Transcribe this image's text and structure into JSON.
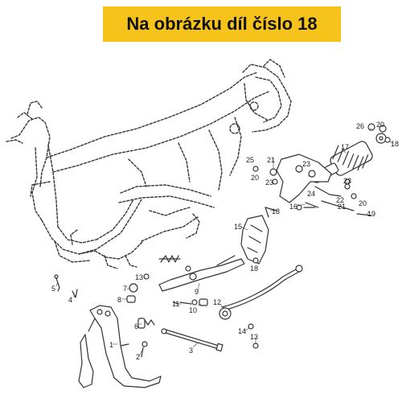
{
  "banner": {
    "text": "Na obrázku díl číslo 18",
    "background": "#f6c31b"
  },
  "diagram": {
    "callouts": [
      {
        "id": "c1",
        "label": "1"
      },
      {
        "id": "c2",
        "label": "2"
      },
      {
        "id": "c3",
        "label": "3"
      },
      {
        "id": "c4",
        "label": "4"
      },
      {
        "id": "c5",
        "label": "5"
      },
      {
        "id": "c6",
        "label": "6"
      },
      {
        "id": "c7",
        "label": "7"
      },
      {
        "id": "c8",
        "label": "8"
      },
      {
        "id": "c9",
        "label": "9"
      },
      {
        "id": "c10",
        "label": "10"
      },
      {
        "id": "c11",
        "label": "11"
      },
      {
        "id": "c12",
        "label": "12"
      },
      {
        "id": "c13a",
        "label": "13"
      },
      {
        "id": "c13b",
        "label": "13"
      },
      {
        "id": "c14",
        "label": "14"
      },
      {
        "id": "c15",
        "label": "15"
      },
      {
        "id": "c16",
        "label": "16"
      },
      {
        "id": "c17",
        "label": "17"
      },
      {
        "id": "c18a",
        "label": "18"
      },
      {
        "id": "c18b",
        "label": "18"
      },
      {
        "id": "c18c",
        "label": "18"
      },
      {
        "id": "c19",
        "label": "19"
      },
      {
        "id": "c20a",
        "label": "20"
      },
      {
        "id": "c20b",
        "label": "20"
      },
      {
        "id": "c20c",
        "label": "20"
      },
      {
        "id": "c21a",
        "label": "21"
      },
      {
        "id": "c21b",
        "label": "21"
      },
      {
        "id": "c22",
        "label": "22"
      },
      {
        "id": "c23a",
        "label": "23"
      },
      {
        "id": "c23b",
        "label": "23"
      },
      {
        "id": "c23c",
        "label": "23"
      },
      {
        "id": "c24",
        "label": "24"
      },
      {
        "id": "c25",
        "label": "25"
      },
      {
        "id": "c26",
        "label": "26"
      }
    ]
  }
}
